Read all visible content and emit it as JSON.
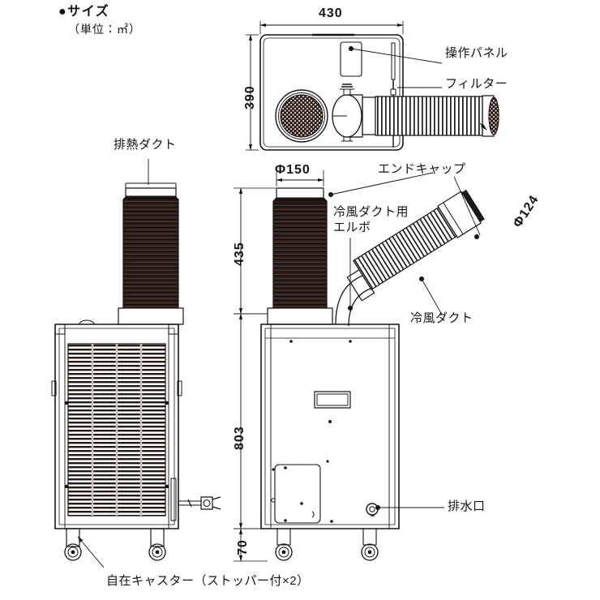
{
  "header": {
    "bullet": "●",
    "title": "サイズ",
    "subtitle": "（単位：㎡）"
  },
  "views": {
    "top_view": {
      "name": "top-view",
      "dimensions": {
        "width": "430",
        "depth": "390"
      },
      "callouts": [
        {
          "key": "control_panel",
          "label": "操作パネル"
        },
        {
          "key": "filter",
          "label": "フィルター"
        }
      ]
    },
    "side_view": {
      "name": "side-view",
      "callouts": [
        {
          "key": "exhaust_duct",
          "label": "排熱ダクト"
        },
        {
          "key": "caster",
          "label": "自在キャスター（ストッパー付×2）"
        }
      ]
    },
    "front_view": {
      "name": "front-view",
      "dimensions": {
        "duct_diameter": "Φ150",
        "upper_height": "435",
        "body_height": "803",
        "caster_height": "70",
        "cold_duct_diameter": "Φ124"
      },
      "callouts": [
        {
          "key": "end_cap",
          "label": "エンドキャップ"
        },
        {
          "key": "cold_duct_elbow",
          "label": "冷風ダクト用\nエルボ"
        },
        {
          "key": "cold_duct",
          "label": "冷風ダクト"
        },
        {
          "key": "drain_port",
          "label": "排水口"
        }
      ]
    }
  },
  "colors": {
    "line": "#141414",
    "duct_dark": "#2e201c",
    "background": "#ffffff",
    "text": "#141414"
  }
}
